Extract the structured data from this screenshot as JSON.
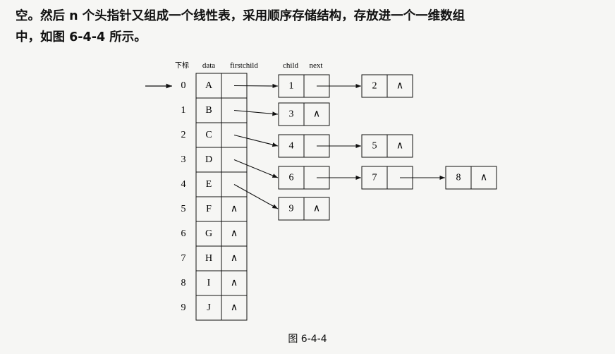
{
  "paragraph": {
    "line1": "空。然后 n 个头指针又组成一个线性表，采用顺序存储结构，存放进一个一维数组",
    "line2": "中，如图 6-4-4 所示。"
  },
  "headers": {
    "index": "下标",
    "data": "data",
    "firstchild": "firstchild",
    "child": "child",
    "next": "next"
  },
  "null_symbol": "∧",
  "rows": [
    {
      "index": "0",
      "data": "A",
      "firstchild": 1
    },
    {
      "index": "1",
      "data": "B",
      "firstchild": 3
    },
    {
      "index": "2",
      "data": "C",
      "firstchild": 4
    },
    {
      "index": "3",
      "data": "D",
      "firstchild": 6
    },
    {
      "index": "4",
      "data": "E",
      "firstchild": 9
    },
    {
      "index": "5",
      "data": "F",
      "firstchild": null
    },
    {
      "index": "6",
      "data": "G",
      "firstchild": null
    },
    {
      "index": "7",
      "data": "H",
      "firstchild": null
    },
    {
      "index": "8",
      "data": "I",
      "firstchild": null
    },
    {
      "index": "9",
      "data": "J",
      "firstchild": null
    }
  ],
  "child_lists": [
    [
      "1",
      "2"
    ],
    [
      "3"
    ],
    [
      "4",
      "5"
    ],
    [
      "6",
      "7",
      "8"
    ],
    [
      "9"
    ]
  ],
  "caption": "图 6-4-4"
}
